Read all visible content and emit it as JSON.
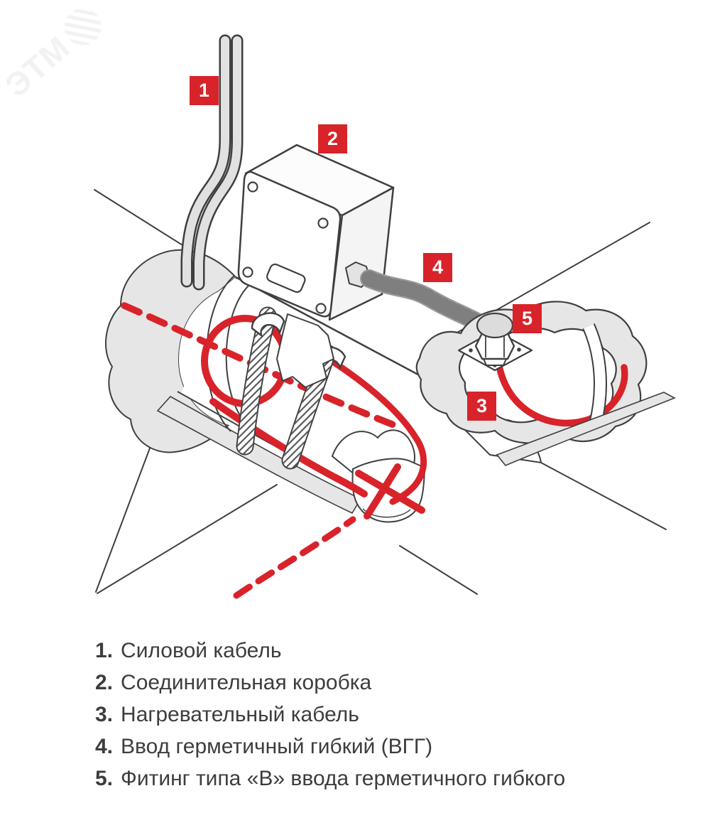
{
  "watermark": {
    "text": "ЭТМ"
  },
  "colors": {
    "accent_red": "#d8232a",
    "cable_red": "#d8232a",
    "outline_gray": "#3f3f3f",
    "insulation_gray": "#e6e6e6",
    "conduit_gray": "#c0c0c0",
    "legend_text": "#3d3d3d",
    "background": "#ffffff"
  },
  "markers": [
    "1",
    "2",
    "3",
    "4",
    "5"
  ],
  "legend": {
    "items": [
      {
        "num": "1.",
        "text": "Силовой кабель"
      },
      {
        "num": "2.",
        "text": "Соединительная коробка"
      },
      {
        "num": "3.",
        "text": "Нагревательный кабель"
      },
      {
        "num": "4.",
        "text": "Ввод герметичный гибкий (ВГГ)"
      },
      {
        "num": "5.",
        "text": "Фитинг типа «В» ввода герметичного гибкого"
      }
    ]
  }
}
